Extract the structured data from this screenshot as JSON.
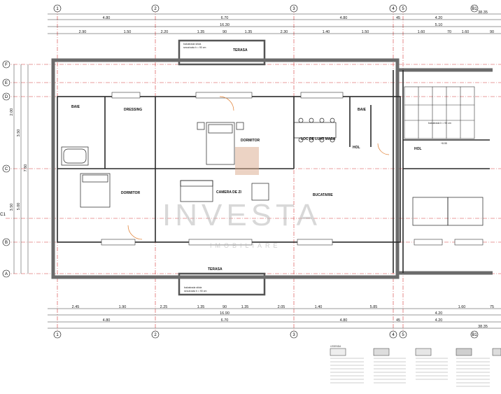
{
  "axes": {
    "numbers": [
      "1",
      "2",
      "3",
      "4",
      "5",
      "B1"
    ],
    "letters": [
      "F",
      "E",
      "D",
      "C",
      "C1",
      "B",
      "A"
    ]
  },
  "dims_top_total": "38.35",
  "dims_top_row1": [
    "4.80",
    "6.70",
    "4.80",
    "45",
    "4.20"
  ],
  "dims_top_row2": [
    "16.30",
    "5.10"
  ],
  "dims_top_row3": [
    "2.90",
    "1.50",
    "2.20",
    "1.35",
    "90",
    "1.35",
    "2.30",
    "1.40",
    "1.50",
    "1.60",
    "70",
    "1.60",
    "90"
  ],
  "dims_bottom_row1": [
    "2.45",
    "1.90",
    "2.25",
    "1.35",
    "90",
    "1.35",
    "2.05",
    "1.40",
    "5.85",
    "1.60",
    "75"
  ],
  "dims_bottom_row2": [
    "16.90",
    "4.20"
  ],
  "dims_bottom_row3": [
    "4.80",
    "6.70",
    "4.80",
    "45",
    "4.20"
  ],
  "dims_bottom_total": "38.35",
  "dims_left": [
    "3.50",
    "7.60",
    "5.00",
    "3.50",
    "2.00"
  ],
  "rooms": {
    "baie": "BAIE",
    "dressing": "DRESSING",
    "dormitor1": "DORMITOR",
    "dormitor2": "DORMITOR",
    "camera": "CAMERA DE ZI",
    "loc_luat_masa": "LOC DE LUAT MASA",
    "bucatarie": "BUCATARIE",
    "hol": "HOL",
    "hol_stair": "HOL",
    "terasa_top": "TERASA",
    "terasa_bottom": "TERASA",
    "baie_small": "BAIE"
  },
  "notes": {
    "balustrada_top": "balustrada sticla",
    "balustrada_top2": "securizata h = 90 cm",
    "balustrada_bottom": "balustrada sticla",
    "balustrada_bottom2": "securizata h = 90 cm",
    "balustrada_stair": "balustrada h = 90 cm",
    "level": "+8.55"
  },
  "watermark": {
    "brand": "INVESTA",
    "sub": "IMOBILIARE"
  },
  "legend_title": "LEGENDA"
}
